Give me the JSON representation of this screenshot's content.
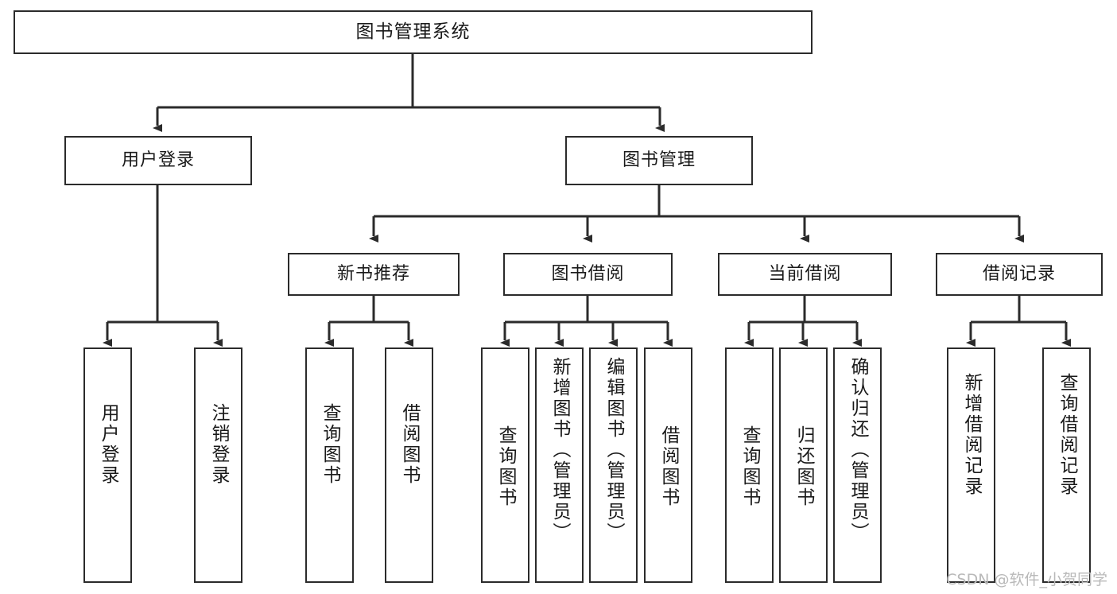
{
  "diagram": {
    "type": "tree-hierarchy-chart",
    "title": "图书管理系统",
    "line_color": "#2b2b2b",
    "box_fill": "#ffffff",
    "text_color": "#1a1a1a"
  },
  "root": {
    "label": "图书管理系统"
  },
  "level2": [
    {
      "label": "用户登录"
    },
    {
      "label": "图书管理"
    }
  ],
  "level3": [
    {
      "label": "新书推荐"
    },
    {
      "label": "图书借阅"
    },
    {
      "label": "当前借阅"
    },
    {
      "label": "借阅记录"
    }
  ],
  "leaves": {
    "user_login": [
      {
        "label": "用户登录"
      },
      {
        "label": "注销登录"
      }
    ],
    "new_book_recommend": [
      {
        "label": "查询图书"
      },
      {
        "label": "借阅图书"
      }
    ],
    "book_borrow": [
      {
        "label": "查询图书"
      },
      {
        "label": "新增图书（管理员）"
      },
      {
        "label": "编辑图书（管理员）"
      },
      {
        "label": "借阅图书"
      }
    ],
    "current_borrow": [
      {
        "label": "查询图书"
      },
      {
        "label": "归还图书"
      },
      {
        "label": "确认归还（管理员）"
      }
    ],
    "borrow_record": [
      {
        "label": "新增借阅记录"
      },
      {
        "label": "查询借阅记录"
      }
    ]
  },
  "watermark": {
    "text": "CSDN @软件_小贺同学"
  }
}
